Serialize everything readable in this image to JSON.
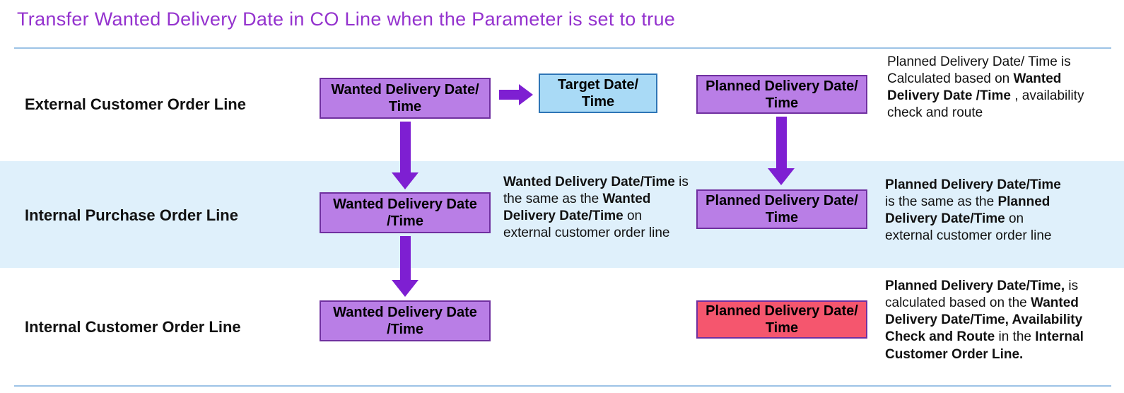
{
  "title": "Transfer Wanted Delivery Date in CO Line when the Parameter is set to true",
  "rows": [
    {
      "label": "External Customer Order Line"
    },
    {
      "label": "Internal Purchase Order Line"
    },
    {
      "label": "Internal Customer Order Line"
    }
  ],
  "boxes": {
    "ext_wanted": "Wanted Delivery Date/ Time",
    "ext_target": "Target Date/ Time",
    "ext_planned": "Planned Delivery Date/ Time",
    "ipo_wanted": "Wanted Delivery Date /Time",
    "ipo_planned": "Planned Delivery Date/ Time",
    "ico_wanted": "Wanted Delivery Date /Time",
    "ico_planned": "Planned Delivery Date/ Time"
  },
  "notes": {
    "ext": [
      {
        "t": "Planned Delivery Date/ Time is Calculated based on ",
        "bold": false
      },
      {
        "t": "Wanted Delivery Date /Time",
        "bold": true
      },
      {
        "t": " , availability check and route",
        "bold": false
      }
    ],
    "ipo_wanted": [
      {
        "t": "Wanted Delivery Date/Time",
        "bold": true
      },
      {
        "t": " is the same as the ",
        "bold": false
      },
      {
        "t": "Wanted Delivery Date/Time",
        "bold": true
      },
      {
        "t": " on external customer order line",
        "bold": false
      }
    ],
    "ipo_planned": [
      {
        "t": "Planned Delivery Date/Time",
        "bold": true
      },
      {
        "t": " is the same as the ",
        "bold": false
      },
      {
        "t": "Planned Delivery Date/Time",
        "bold": true
      },
      {
        "t": " on external customer order line",
        "bold": false
      }
    ],
    "ico_planned": [
      {
        "t": "Planned Delivery Date/Time,",
        "bold": true
      },
      {
        "t": " is calculated based on the ",
        "bold": false
      },
      {
        "t": "Wanted Delivery Date/Time, Availability Check and Route",
        "bold": true
      },
      {
        "t": " in the ",
        "bold": false
      },
      {
        "t": "Internal Customer Order Line.",
        "bold": true
      }
    ]
  },
  "icons": {
    "right_arrow": "block-arrow-right",
    "down_arrow": "block-arrow-down"
  },
  "colors": {
    "title": "#9432CE",
    "purple_box_fill": "#B97EE6",
    "purple_box_border": "#7030A0",
    "blue_box_fill": "#A9DAF6",
    "blue_box_border": "#2E75B6",
    "red_box_fill": "#F5566E",
    "band_background": "#DFF0FB",
    "divider": "#9DC3E6",
    "arrow": "#7E1FD2"
  }
}
